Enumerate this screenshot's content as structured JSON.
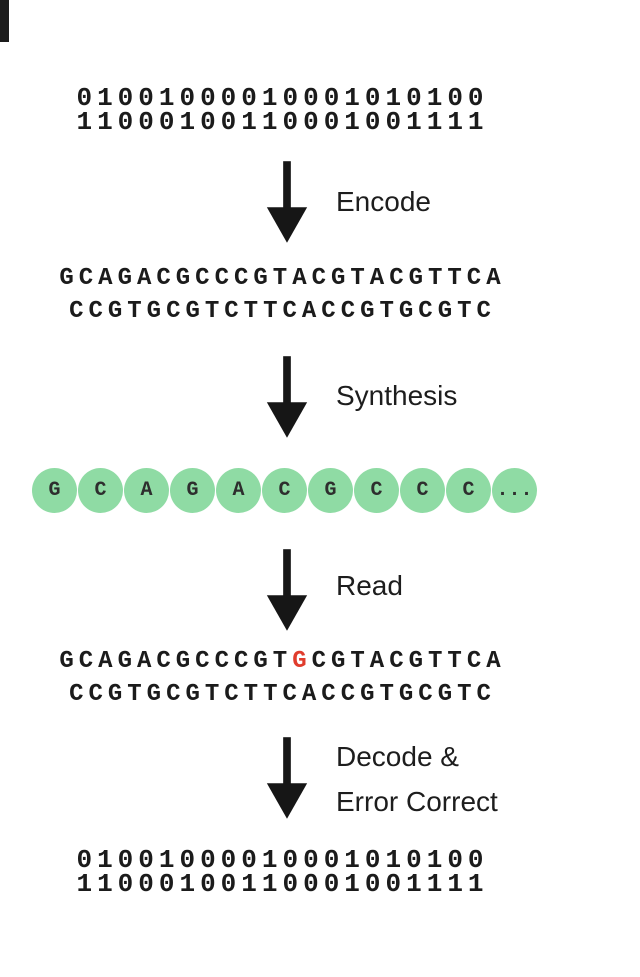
{
  "diagram": {
    "binary_top": {
      "line1": "01001000010001010100",
      "line2": "11000100110001001111"
    },
    "steps": {
      "encode": "Encode",
      "synthesis": "Synthesis",
      "read": "Read",
      "decode_line1": "Decode &",
      "decode_line2": "Error Correct"
    },
    "dna_encoded": {
      "line1": "GCAGACGCCCGTACGTACGTTCA",
      "line2": "CCGTGCGTCTTCACCGTGCGTC"
    },
    "synthesis_circles": [
      "G",
      "C",
      "A",
      "G",
      "A",
      "C",
      "G",
      "C",
      "C",
      "C",
      "..."
    ],
    "dna_read": {
      "line1_prefix": "GCAGACGCCCGT",
      "line1_error": "G",
      "line1_suffix": "CGTACGTTCA",
      "line2": "CCGTGCGTCTTCACCGTGCGTC"
    },
    "binary_bottom": {
      "line1": "01001000010001010100",
      "line2": "11000100110001001111"
    },
    "colors": {
      "circle_green": "#8fdba4",
      "error_red": "#e03c2d",
      "arrow_black": "#161616"
    }
  }
}
